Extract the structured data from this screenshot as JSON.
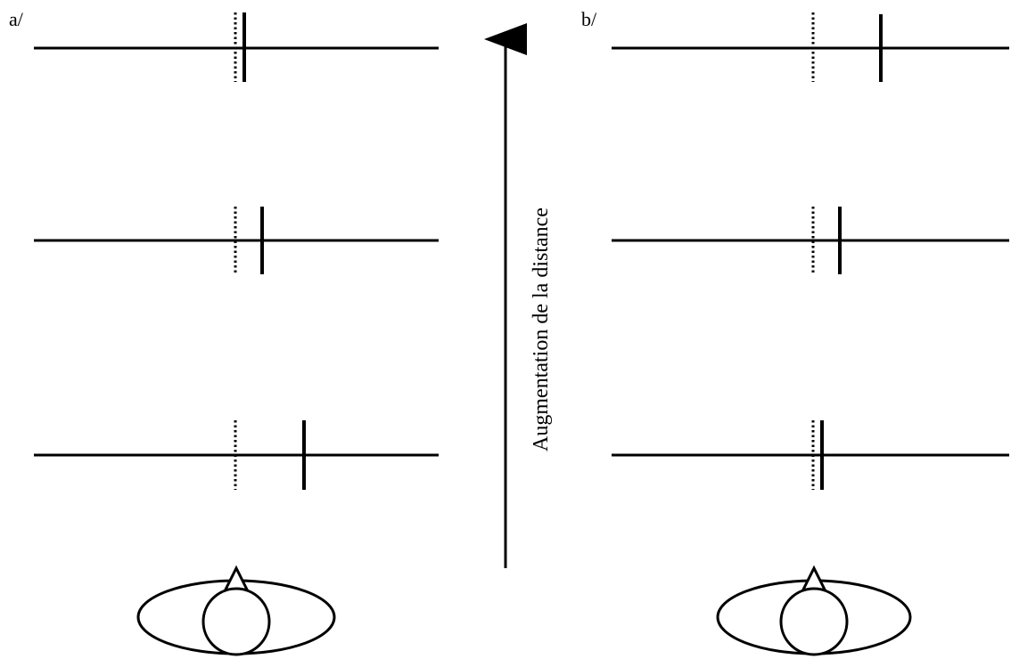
{
  "labels": {
    "panel_a": "a/",
    "panel_b": "b/",
    "axis": "Augmentation de la distance"
  },
  "colors": {
    "ink": "#000000",
    "background": "#ffffff"
  },
  "panels": [
    {
      "id": "a",
      "rows": [
        "far",
        "middle",
        "near"
      ],
      "marker_offset": "grows as distance decreases"
    },
    {
      "id": "b",
      "rows": [
        "far",
        "middle",
        "near"
      ],
      "marker_offset": "shrinks as distance decreases"
    }
  ]
}
